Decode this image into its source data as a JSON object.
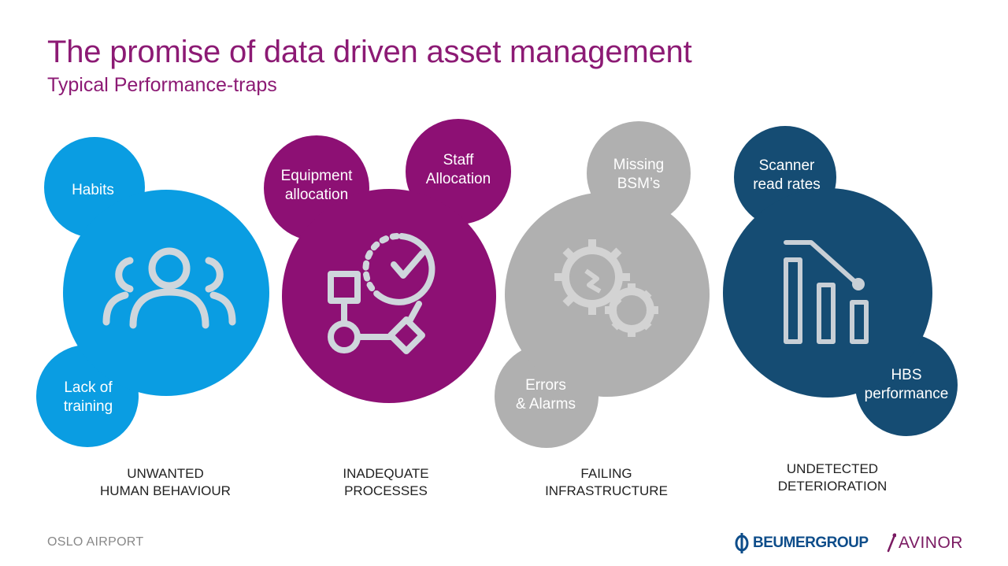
{
  "title": "The promise of data driven asset management",
  "subtitle": "Typical Performance-traps",
  "groups": [
    {
      "caption": "UNWANTED\nHUMAN BEHAVIOUR",
      "color": "#0a9de2",
      "bubbles": [
        "Habits",
        "Lack of\ntraining"
      ],
      "icon": "people-group-icon"
    },
    {
      "caption": "INADEQUATE\nPROCESSES",
      "color": "#8d1074",
      "bubbles": [
        "Equipment\nallocation",
        "Staff\nAllocation"
      ],
      "icon": "process-flow-icon"
    },
    {
      "caption": "FAILING\nINFRASTRUCTURE",
      "color": "#b0b0b0",
      "bubbles": [
        "Missing\nBSM’s",
        "Errors\n& Alarms"
      ],
      "icon": "broken-gears-icon"
    },
    {
      "caption": "UNDETECTED\nDETERIORATION",
      "color": "#154c73",
      "bubbles": [
        "Scanner\nread rates",
        "HBS\nperformance"
      ],
      "icon": "declining-bar-chart-icon"
    }
  ],
  "footer": "OSLO AIRPORT",
  "logos": {
    "beumer": "BEUMERGROUP",
    "avinor": "AVINOR"
  }
}
